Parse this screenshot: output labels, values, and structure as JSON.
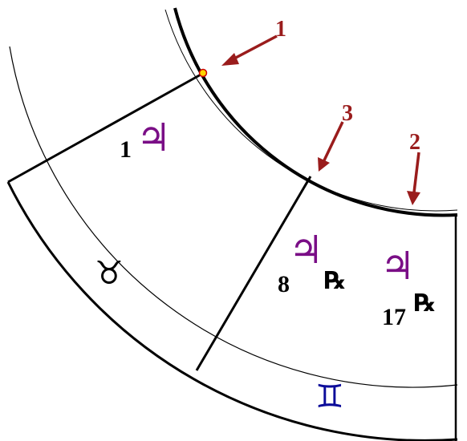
{
  "colors": {
    "planet": "#7a0e86",
    "callout": "#9a1c1c",
    "sign_gemini": "#0c0c9a",
    "sign_taurus": "#000000",
    "line": "#000000",
    "marker_fill": "#ffd400",
    "marker_stroke": "#cc0000"
  },
  "callouts": [
    {
      "id": "1",
      "label": "1"
    },
    {
      "id": "2",
      "label": "2"
    },
    {
      "id": "3",
      "label": "3"
    }
  ],
  "planets": [
    {
      "symbol": "♃",
      "degree": "1",
      "retro": ""
    },
    {
      "symbol": "♃",
      "degree": "8",
      "retro": "℞"
    },
    {
      "symbol": "♃",
      "degree": "17",
      "retro": "℞"
    }
  ],
  "signs": [
    {
      "name": "taurus",
      "glyph": "♉"
    },
    {
      "name": "gemini",
      "glyph": "♊"
    }
  ]
}
